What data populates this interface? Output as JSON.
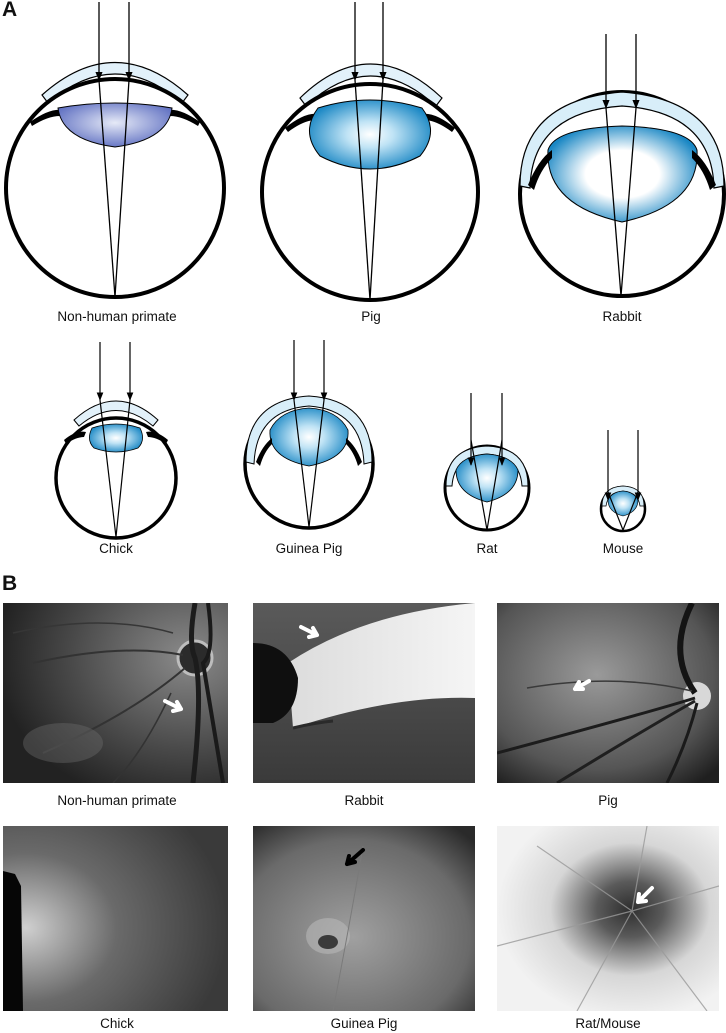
{
  "panel_a": {
    "label": "A",
    "eyes": [
      {
        "id": "nhp",
        "caption": "Non-human primate"
      },
      {
        "id": "pig",
        "caption": "Pig"
      },
      {
        "id": "rabbit",
        "caption": "Rabbit"
      },
      {
        "id": "chick",
        "caption": "Chick"
      },
      {
        "id": "guinea",
        "caption": "Guinea Pig"
      },
      {
        "id": "rat",
        "caption": "Rat"
      },
      {
        "id": "mouse",
        "caption": "Mouse"
      }
    ]
  },
  "panel_b": {
    "label": "B",
    "images": [
      {
        "id": "nhp",
        "caption": "Non-human primate",
        "arrow": "white"
      },
      {
        "id": "rabbit",
        "caption": "Rabbit",
        "arrow": "white"
      },
      {
        "id": "pig",
        "caption": "Pig",
        "arrow": "white"
      },
      {
        "id": "chick",
        "caption": "Chick",
        "arrow": "none"
      },
      {
        "id": "guinea",
        "caption": "Guinea Pig",
        "arrow": "black"
      },
      {
        "id": "ratmouse",
        "caption": "Rat/Mouse",
        "arrow": "white"
      }
    ]
  },
  "colors": {
    "lens_blue": "#1f8fc9",
    "cornea_fill": "#d8eef9",
    "outline": "#000000"
  }
}
